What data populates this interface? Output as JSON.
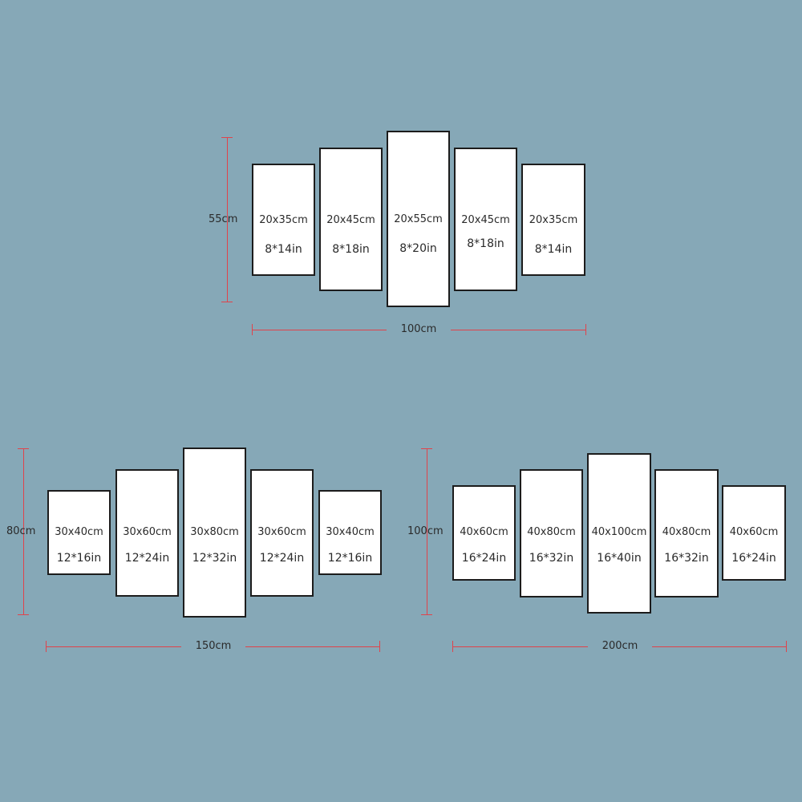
{
  "sets": [
    {
      "height_label": "55cm",
      "width_label": "100cm",
      "panels": [
        {
          "cm": "20x35cm",
          "in": "8*14in"
        },
        {
          "cm": "20x45cm",
          "in": "8*18in"
        },
        {
          "cm": "20x55cm",
          "in": "8*20in"
        },
        {
          "cm": "20x45cm",
          "in": "8*18in"
        },
        {
          "cm": "20x35cm",
          "in": "8*14in"
        }
      ]
    },
    {
      "height_label": "80cm",
      "width_label": "150cm",
      "panels": [
        {
          "cm": "30x40cm",
          "in": "12*16in"
        },
        {
          "cm": "30x60cm",
          "in": "12*24in"
        },
        {
          "cm": "30x80cm",
          "in": "12*32in"
        },
        {
          "cm": "30x60cm",
          "in": "12*24in"
        },
        {
          "cm": "30x40cm",
          "in": "12*16in"
        }
      ]
    },
    {
      "height_label": "100cm",
      "width_label": "200cm",
      "panels": [
        {
          "cm": "40x60cm",
          "in": "16*24in"
        },
        {
          "cm": "40x80cm",
          "in": "16*32in"
        },
        {
          "cm": "40x100cm",
          "in": "16*40in"
        },
        {
          "cm": "40x80cm",
          "in": "16*32in"
        },
        {
          "cm": "40x60cm",
          "in": "16*24in"
        }
      ]
    }
  ]
}
